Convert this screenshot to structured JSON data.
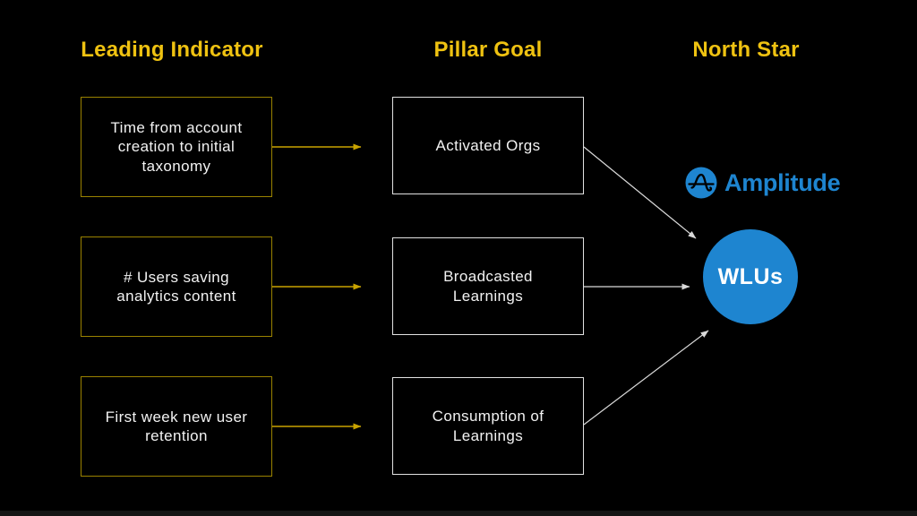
{
  "columns": [
    {
      "label": "Leading Indicator"
    },
    {
      "label": "Pillar Goal"
    },
    {
      "label": "North Star"
    }
  ],
  "leading_indicators": [
    {
      "label": "Time from account\ncreation to initial\ntaxonomy"
    },
    {
      "label": "# Users saving\nanalytics content"
    },
    {
      "label": "First week new user\nretention"
    }
  ],
  "pillar_goals": [
    {
      "label": "Activated Orgs"
    },
    {
      "label": "Broadcasted\nLearnings"
    },
    {
      "label": "Consumption of\nLearnings"
    }
  ],
  "north_star": {
    "metric": "WLUs"
  },
  "brand": {
    "wordmark": "Amplitude",
    "logo_icon": "amplitude-wave-icon"
  },
  "colors": {
    "background": "#000000",
    "heading_yellow": "#EFC211",
    "leading_box_border": "#9A8200",
    "arrow_yellow": "#C9A300",
    "pillar_box_border": "#E2E2E2",
    "arrow_white": "#D9D9D9",
    "box_text": "#F2F2F2",
    "amplitude_blue": "#1E85D0",
    "wlus_text": "#FFFFFF"
  }
}
